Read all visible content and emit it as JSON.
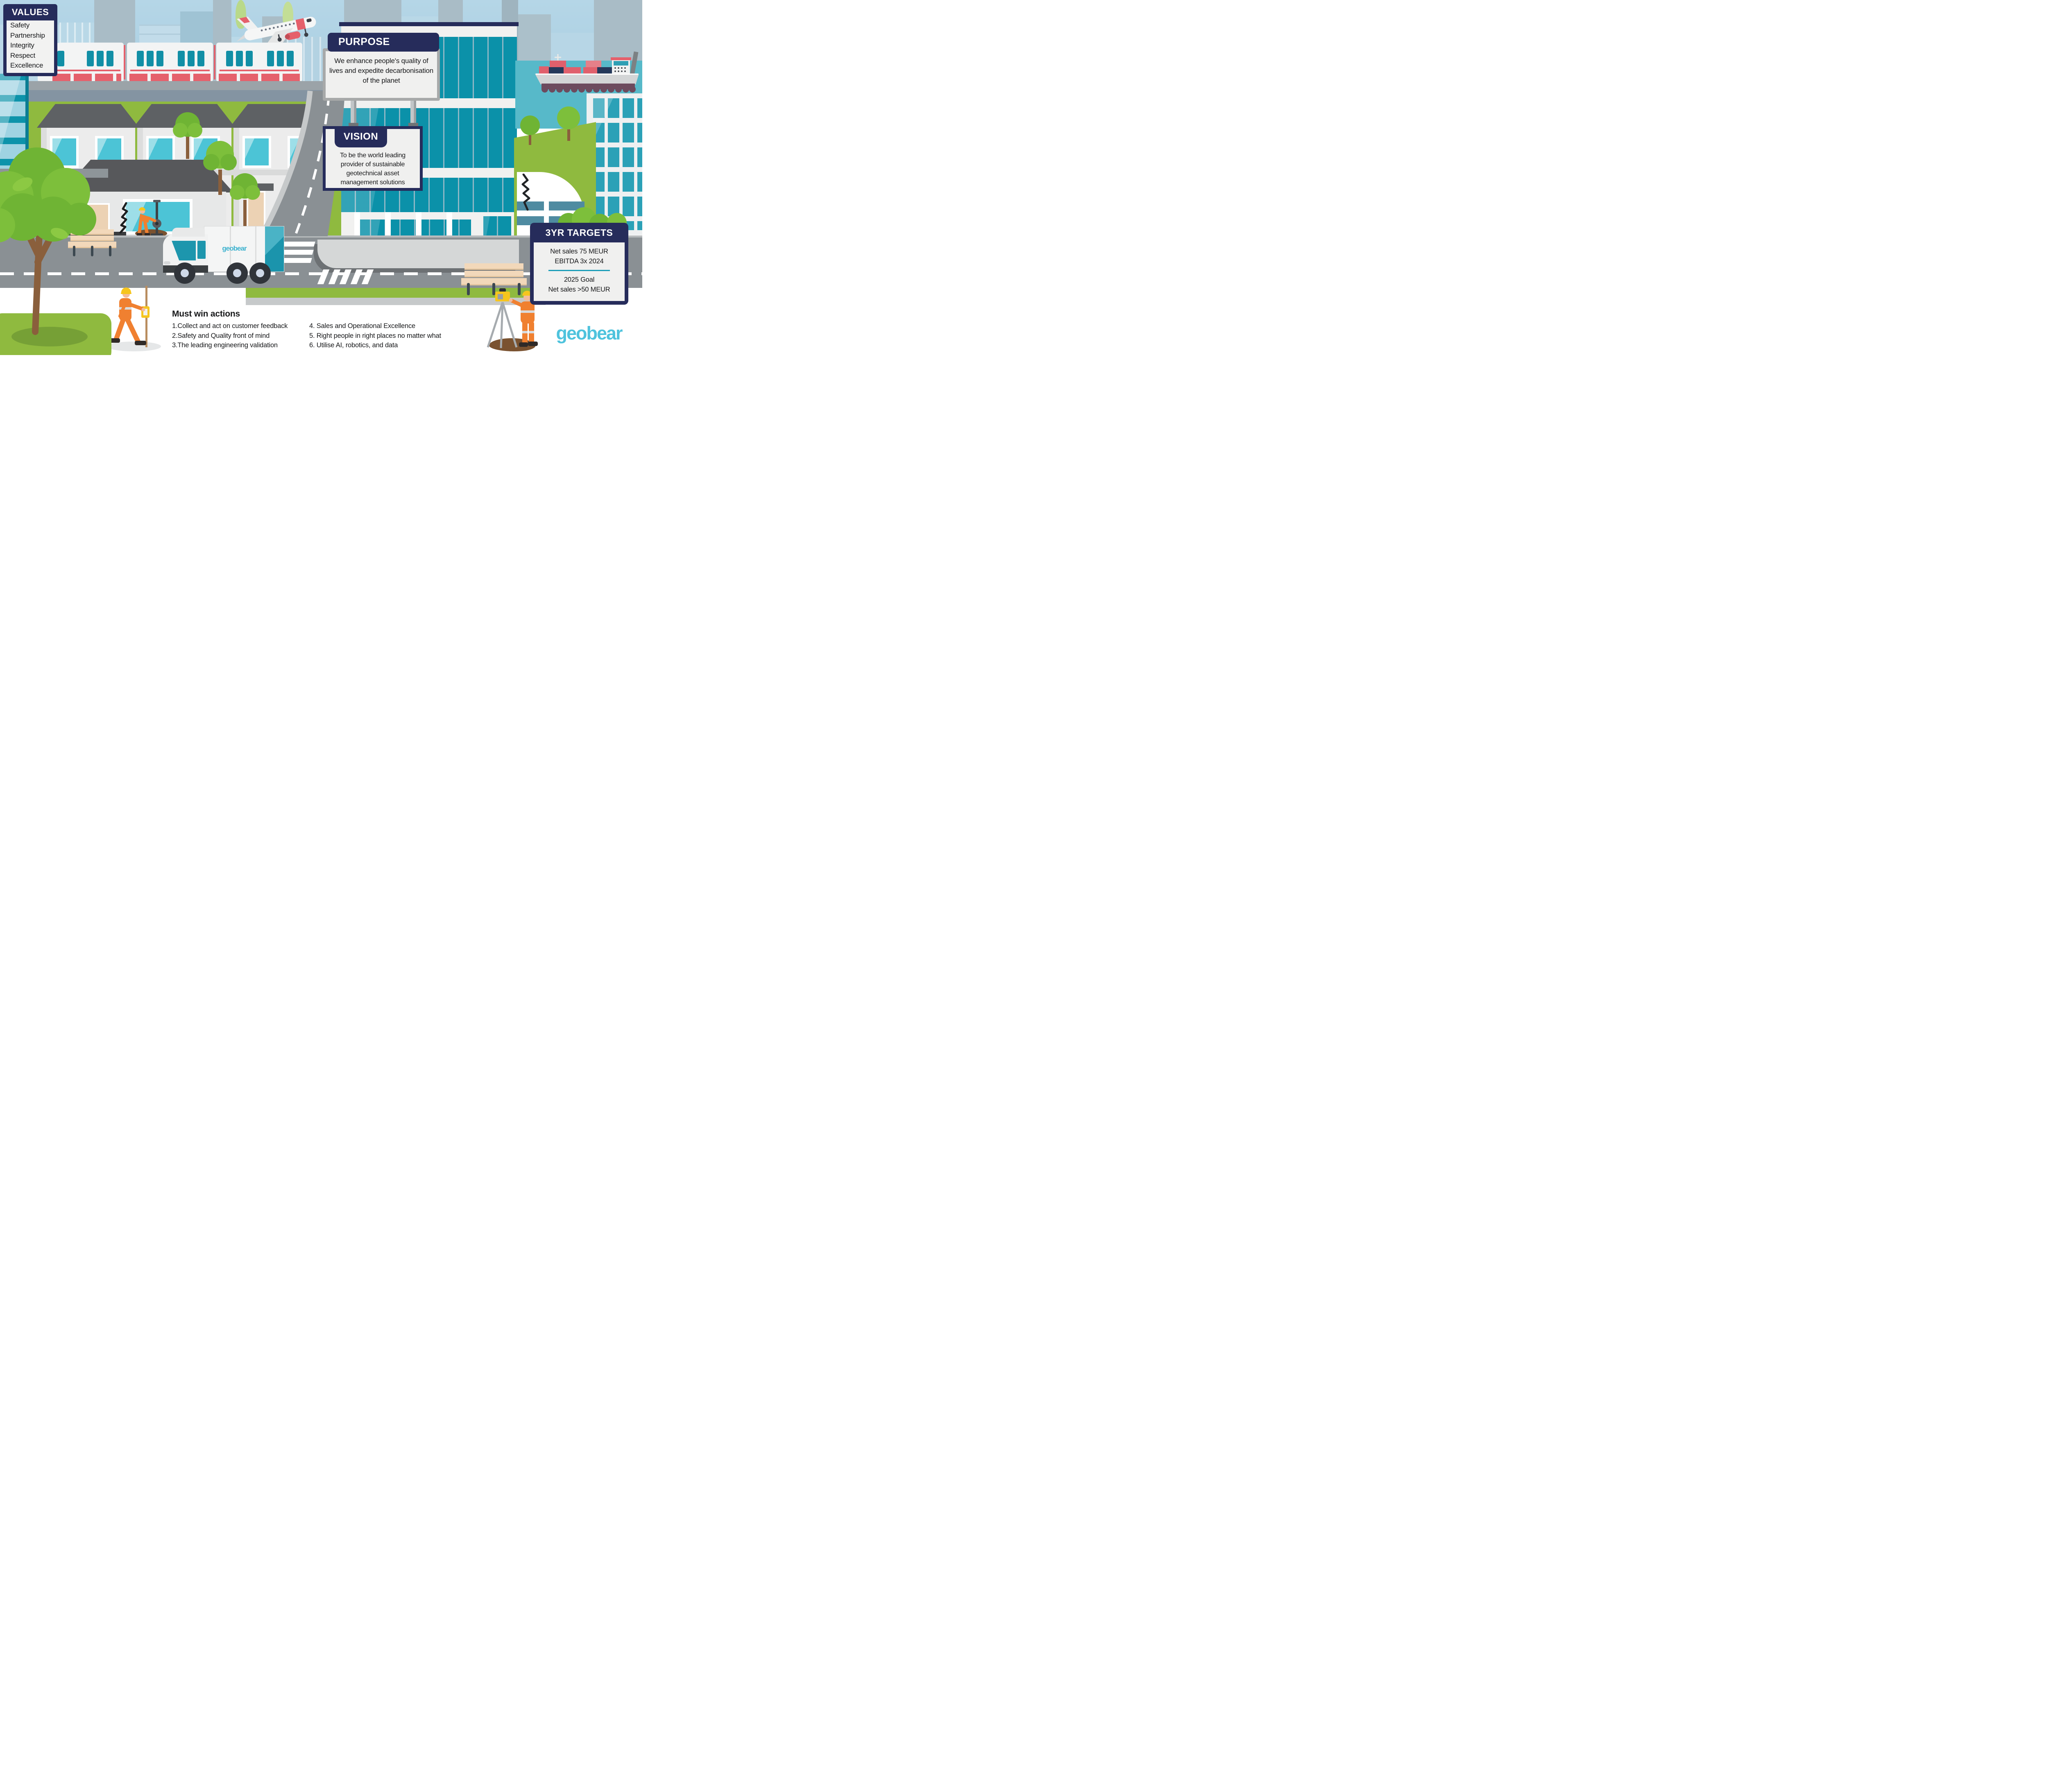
{
  "values_box": {
    "title": "VALUES",
    "items": [
      "Safety",
      "Partnership",
      "Integrity",
      "Respect",
      "Excellence"
    ]
  },
  "purpose_box": {
    "title": "PURPOSE",
    "text": "We enhance people's quality of lives and expedite decarbonisation of the planet"
  },
  "vision_box": {
    "title": "VISION",
    "text": "To be the world leading provider of sustainable geotechnical asset management solutions"
  },
  "targets_box": {
    "title": "3YR TARGETS",
    "target_line1": "Net sales 75 MEUR",
    "target_line2": "EBITDA 3x 2024",
    "goal_line1": "2025 Goal",
    "goal_line2": "Net sales >50 MEUR"
  },
  "must_win": {
    "title": "Must win actions",
    "column1": [
      "1.Collect and act on customer feedback",
      "2.Safety and Quality front of mind",
      "3.The leading engineering validation"
    ],
    "column2": [
      "4. Sales and Operational Excellence",
      "5. Right people in right places no matter what",
      "6. Utilise AI, robotics, and data"
    ]
  },
  "brand": {
    "logo_text": "geobear",
    "truck_logo_text": "geobear"
  },
  "colors": {
    "navy": "#262c5b",
    "panel_gray": "#f0f0ef",
    "teal_glass": "#0b91a9",
    "logo_blue": "#4fc3dd",
    "accent_red": "#e5606b",
    "water_teal": "#57b9c9",
    "grass_green": "#8fba3f",
    "road_gray": "#8a9094",
    "worker_orange": "#f08030",
    "divider_teal": "#1b9db8"
  }
}
